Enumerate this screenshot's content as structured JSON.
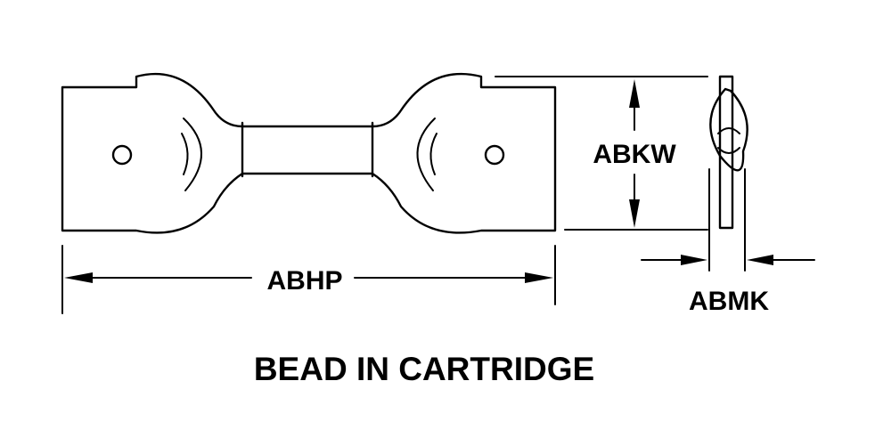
{
  "title": "BEAD IN CARTRIDGE",
  "dimensions": {
    "length": "ABHP",
    "height": "ABKW",
    "thickness": "ABMK"
  },
  "colors": {
    "line": "#000000",
    "background": "#ffffff"
  }
}
